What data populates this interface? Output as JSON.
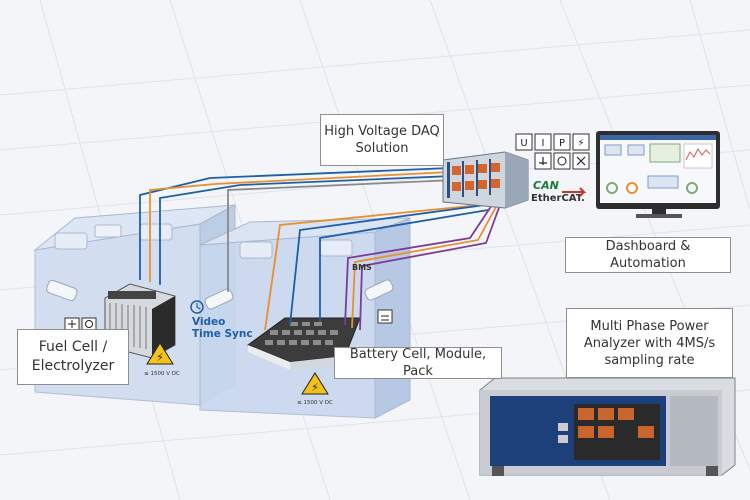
{
  "labels": {
    "daq": "High Voltage DAQ\nSolution",
    "dashboard": "Dashboard & Automation",
    "analyzer": "Multi Phase Power\nAnalyzer with 4MS/s\nsampling rate",
    "fuel_cell": "Fuel Cell /\nElectrolyzer",
    "battery": "Battery Cell, Module, Pack",
    "video_sync": "Video\nTime Sync",
    "bms": "BMS",
    "can": "CAN",
    "ethercat": "EtherCAT.",
    "voltage_warning": "≤ 1500 V DC"
  },
  "measurement_icons": [
    "U",
    "I",
    "P",
    "⚡"
  ],
  "colors": {
    "cable_blue": "#1f5fa8",
    "cable_orange": "#e8902d",
    "cable_purple": "#7d3c98",
    "cable_gray": "#8a8a8a",
    "tank_fill": "#c9d9ef",
    "warning_yellow": "#f4c21b",
    "analyzer_panel": "#1d3f7a"
  }
}
